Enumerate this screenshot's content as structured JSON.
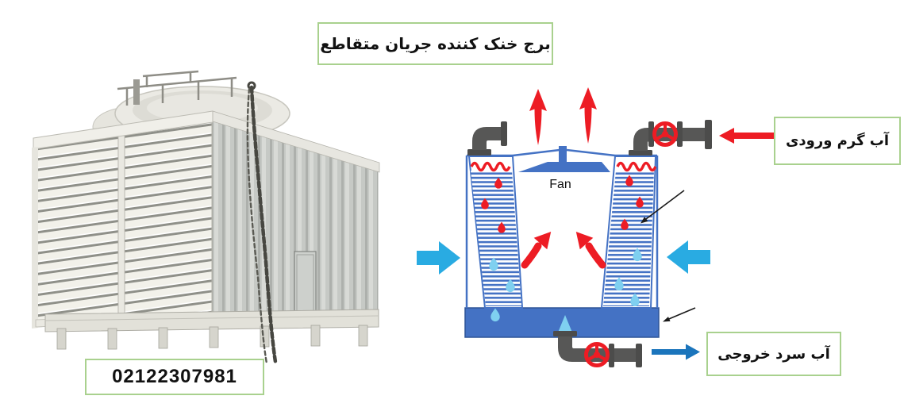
{
  "title": {
    "text": "برج خنک کننده جریان متقاطع"
  },
  "labels": {
    "hot_water": "آب گرم ورودی",
    "cold_water": "آب سرد خروجی"
  },
  "diagram": {
    "fan_label": "Fan"
  },
  "phone": {
    "number": "02122307981"
  },
  "colors": {
    "diagram-blue": "#4472C4",
    "diagram-blue-dark": "#2F5597",
    "air-cyan": "#29ABE2",
    "hot-red": "#ED1C24",
    "cold-droplet": "#7FD0F0",
    "outlet-blue": "#1B75BC",
    "pipe-gray": "#575756",
    "box-border-green": "#A9D18E",
    "text-black": "#111111"
  }
}
